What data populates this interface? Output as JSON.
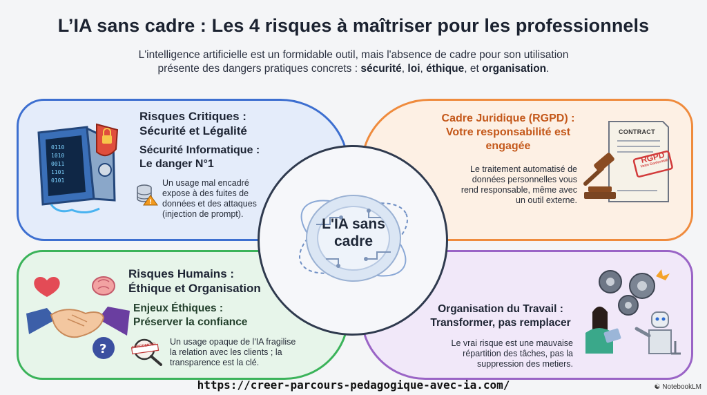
{
  "title": "L’IA sans cadre : Les 4 risques à maîtriser pour les professionnels",
  "subtitle": {
    "line1": "L'intelligence artificielle est un formidable outil, mais l'absence de cadre pour son utilisation",
    "line2_prefix": "présente des dangers pratiques concrets : ",
    "kw1": "sécurité",
    "sep1": ", ",
    "kw2": "loi",
    "sep2": ", ",
    "kw3": "éthique",
    "sep3": ", et ",
    "kw4": "organisation",
    "end": "."
  },
  "center": {
    "line1": "L'IA sans",
    "line2": "cadre"
  },
  "security": {
    "heading1": "Risques Critiques :",
    "heading2": "Sécurité et Légalité",
    "sub1": "Sécurité Informatique :",
    "sub2": "Le danger N°1",
    "text": [
      "Un usage mal encadré",
      "expose à des fuites de",
      "données et des attaques",
      "(injection de prompt)."
    ],
    "color": "#3d6fd0"
  },
  "legal": {
    "heading1": "Cadre Juridique (RGPD) :",
    "heading2": "Votre responsabilité est",
    "heading3": "engagée",
    "text": [
      "Le traitement automatisé de",
      "données personnelles vous",
      "rend responsable, même avec",
      "un outil externe."
    ],
    "contract_label": "CONTRACT",
    "stamp_label": "RGPD",
    "stamp_sub": "Votre Conformité",
    "color": "#c8621a"
  },
  "human": {
    "heading1": "Risques Humains :",
    "heading2": "Éthique et Organisation",
    "sub1": "Enjeux Éthiques :",
    "sub2": "Préserver la confiance",
    "text": [
      "Un usage opaque de l'IA fragilise",
      "la relation avec les clients ; la",
      "transparence est la clé."
    ],
    "confidential_label": "CONFIDENTIEL",
    "color": "#3bb35a"
  },
  "work": {
    "heading1": "Organisation du Travail :",
    "heading2": "Transformer, pas remplacer",
    "text": [
      "Le vrai risque est une mauvaise",
      "répartition des tâches, pas la",
      "suppression des metiers."
    ],
    "color": "#9a64c6"
  },
  "footer": {
    "url": "https://creer-parcours-pedagogique-avec-ia.com/",
    "brand": "NotebookLM"
  }
}
